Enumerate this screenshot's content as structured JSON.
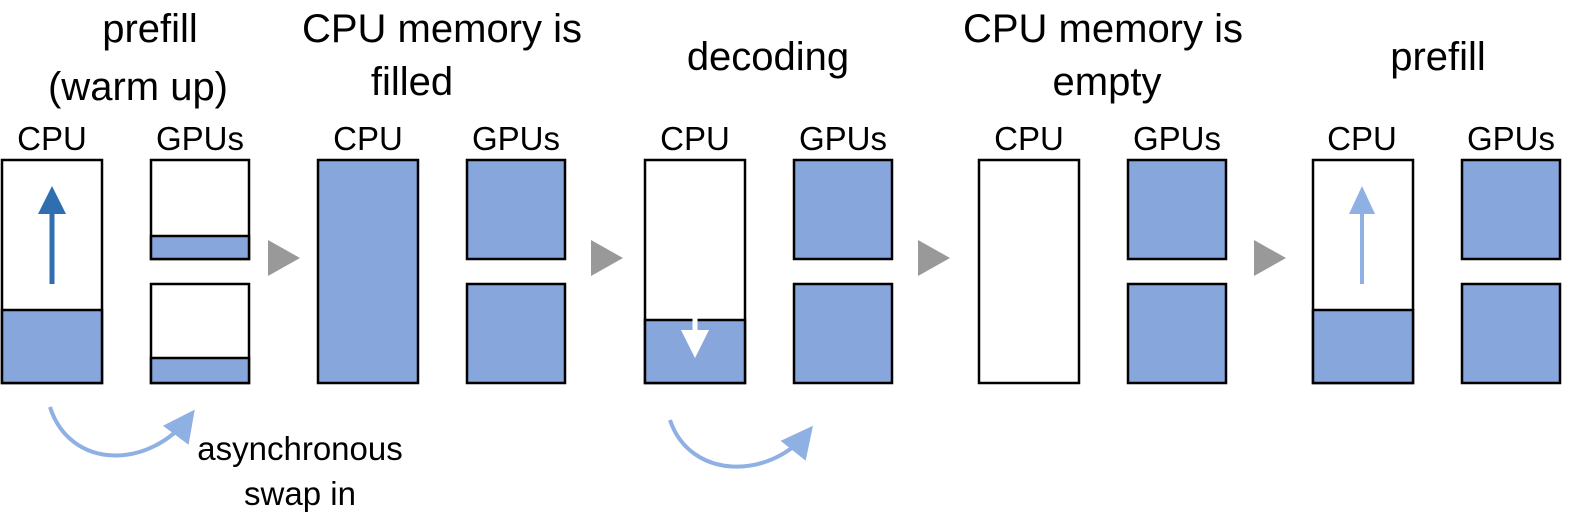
{
  "stages": [
    {
      "title_lines": [
        "prefill",
        "(warm up)"
      ],
      "cpu_label": "CPU",
      "gpu_label": "GPUs"
    },
    {
      "title_lines": [
        "CPU memory is",
        "filled"
      ],
      "cpu_label": "CPU",
      "gpu_label": "GPUs"
    },
    {
      "title_lines": [
        "decoding"
      ],
      "cpu_label": "CPU",
      "gpu_label": "GPUs"
    },
    {
      "title_lines": [
        "CPU memory is",
        "empty"
      ],
      "cpu_label": "CPU",
      "gpu_label": "GPUs"
    },
    {
      "title_lines": [
        "prefill"
      ],
      "cpu_label": "CPU",
      "gpu_label": "GPUs"
    }
  ],
  "swap_note": [
    "asynchronous",
    "swap in"
  ],
  "colors": {
    "memory_fill": "#87a6dc",
    "arrow_dark": "#2f6eb0",
    "arrow_light": "#8fb0e2",
    "transition_arrow": "#999999",
    "swap_arrow": "#8fb0e2"
  }
}
